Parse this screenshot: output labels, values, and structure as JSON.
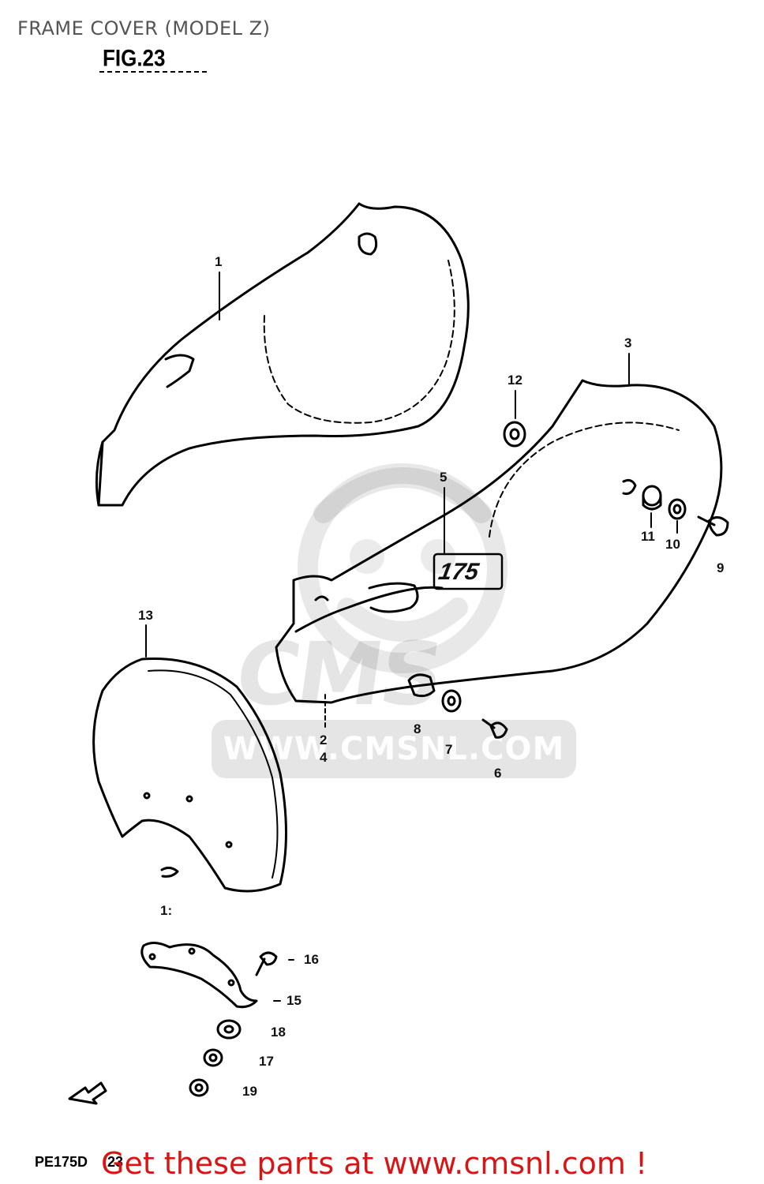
{
  "header": {
    "title": "FRAME COVER (MODEL Z)",
    "fig_label": "FIG.23"
  },
  "callouts": [
    {
      "id": "c1",
      "label": "1"
    },
    {
      "id": "c2",
      "label": "2"
    },
    {
      "id": "c4",
      "label": "4"
    },
    {
      "id": "c3",
      "label": "3"
    },
    {
      "id": "c5",
      "label": "5"
    },
    {
      "id": "c6",
      "label": "6"
    },
    {
      "id": "c7",
      "label": "7"
    },
    {
      "id": "c8",
      "label": "8"
    },
    {
      "id": "c9",
      "label": "9"
    },
    {
      "id": "c10",
      "label": "10"
    },
    {
      "id": "c11",
      "label": "11"
    },
    {
      "id": "c12",
      "label": "12"
    },
    {
      "id": "c13",
      "label": "13"
    },
    {
      "id": "c14",
      "label": "1:"
    },
    {
      "id": "c15",
      "label": "15"
    },
    {
      "id": "c16",
      "label": "16"
    },
    {
      "id": "c17",
      "label": "17"
    },
    {
      "id": "c18",
      "label": "18"
    },
    {
      "id": "c19",
      "label": "19"
    }
  ],
  "badge_text": "175",
  "watermark": {
    "logo": "CMS",
    "url": "WWW.CMSNL.COM"
  },
  "footer": {
    "diagram_code": "PE175D",
    "diagram_code_suffix": "23",
    "cta": "Get these parts at www.cmsnl.com !",
    "cta_color": "#d91414"
  }
}
